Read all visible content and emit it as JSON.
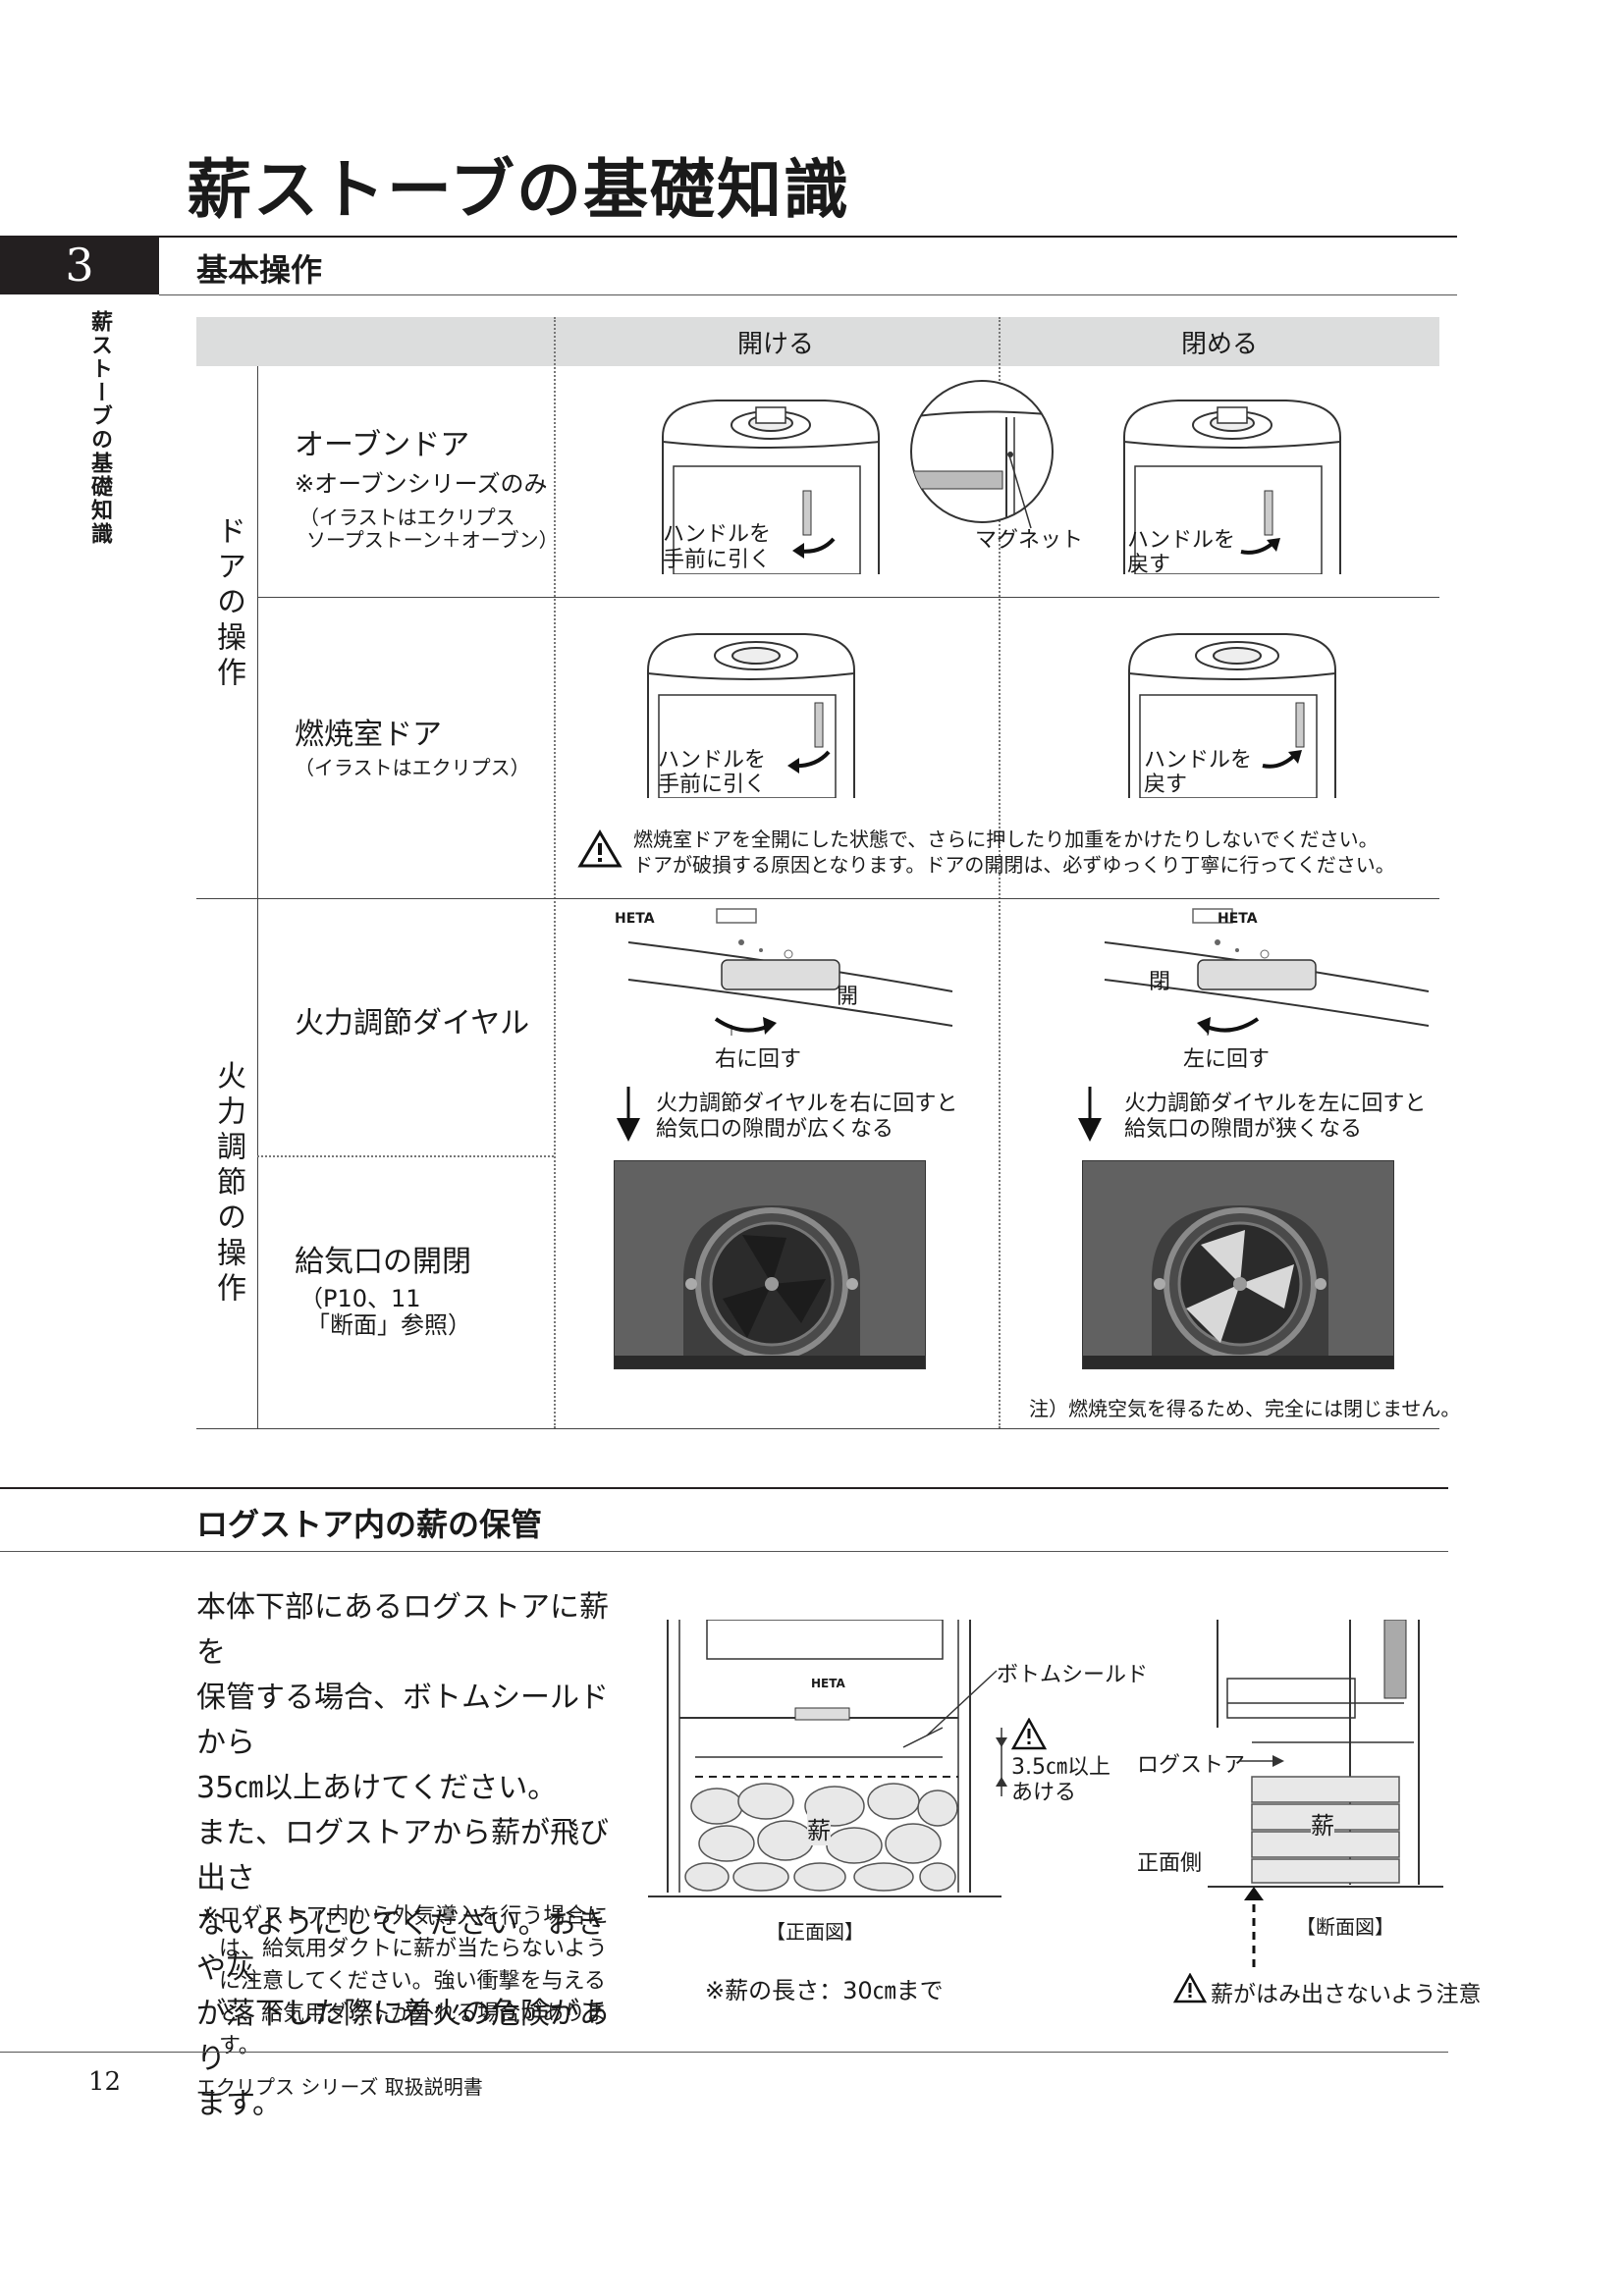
{
  "page_title": "薪ストーブの基礎知識",
  "section_number": "3",
  "sidebar_label": "薪ストーブの基礎知識",
  "section1": {
    "title": "基本操作",
    "col_open": "開ける",
    "col_close": "閉める",
    "group_door": "ドアの操作",
    "group_fire": "火力調節の操作",
    "oven_door": {
      "title": "オーブンドア",
      "note": "※オーブンシリーズのみ",
      "illus_note_1": "（イラストはエクリプス",
      "illus_note_2": "ソープストーン＋オーブン）",
      "open_cap_1": "ハンドルを",
      "open_cap_2": "手前に引く",
      "magnet": "マグネット",
      "close_cap_1": "ハンドルを",
      "close_cap_2": "戻す"
    },
    "firebox_door": {
      "title": "燃焼室ドア",
      "illus_note": "（イラストはエクリプス）",
      "open_cap_1": "ハンドルを",
      "open_cap_2": "手前に引く",
      "close_cap_1": "ハンドルを",
      "close_cap_2": "戻す",
      "warning_1": "燃焼室ドアを全開にした状態で、さらに押したり加重をかけたりしないでください。",
      "warning_2": "ドアが破損する原因となります。ドアの開閉は、必ずゆっくり丁寧に行ってください。"
    },
    "dial": {
      "title": "火力調節ダイヤル",
      "brand": "HETA",
      "open_mark": "開",
      "close_mark": "閉",
      "open_cap": "右に回す",
      "close_cap": "左に回す",
      "open_result_1": "火力調節ダイヤルを右に回すと",
      "open_result_2": "給気口の隙間が広くなる",
      "close_result_1": "火力調節ダイヤルを左に回すと",
      "close_result_2": "給気口の隙間が狭くなる"
    },
    "intake": {
      "title": "給気口の開閉",
      "ref_1": "（P10、11",
      "ref_2": "「断面」参照）",
      "note": "注）燃焼空気を得るため、完全には閉じません。"
    }
  },
  "section2": {
    "title": "ログストア内の薪の保管",
    "body_lines": [
      "本体下部にあるログストアに薪を",
      "保管する場合、ボトムシールドから",
      "35㎝以上あけてください。",
      "また、ログストアから薪が飛び出さ",
      "ないようにしてください。おきや灰",
      "が落下した際に着火の危険があり",
      "ます。"
    ],
    "note_lines": [
      "※ログストア内から外気導入を行う場合に",
      "は、給気用ダクトに薪が当たらないよう",
      "に注意してください。強い衝撃を与える",
      "と、給気用ダクトが外れる場合があります。"
    ],
    "front": {
      "bottom_shield": "ボトムシールド",
      "gap_1": "3.5㎝以上",
      "gap_2": "あける",
      "wood": "薪",
      "brand": "HETA",
      "caption": "【正面図】",
      "length_note": "※薪の長さ：30㎝まで"
    },
    "section_view": {
      "logstore": "ログストア",
      "wood": "薪",
      "front_side": "正面側",
      "caption": "【断面図】",
      "warning": "薪がはみ出さないよう注意"
    }
  },
  "footer": {
    "page_number": "12",
    "manual": "エクリプス シリーズ  取扱説明書"
  }
}
